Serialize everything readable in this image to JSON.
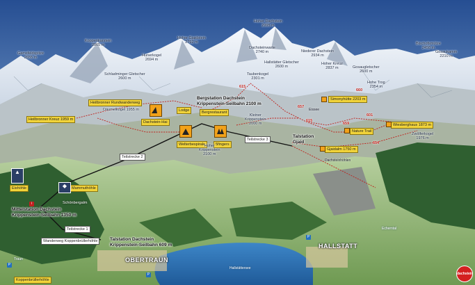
{
  "peaks": [
    {
      "name": "Gamsfeldspitze",
      "elev": "2655 m"
    },
    {
      "name": "Koppenkarstein",
      "elev": "2865 m"
    },
    {
      "name": "Hoher Gjaidstein",
      "elev": "2792 m"
    },
    {
      "name": "Hoher Dachstein",
      "elev": "2995 m"
    },
    {
      "name": "Bischofsmütze",
      "elev": "2458 m"
    },
    {
      "name": "Gosaukamm",
      "elev": "2210 m"
    },
    {
      "name": "Dachsteinwarte",
      "elev": "2740 m"
    },
    {
      "name": "Niederer Dachstein",
      "elev": "2934 m"
    },
    {
      "name": "Hallstätter Gletscher",
      "elev": "2600 m"
    },
    {
      "name": "Hunerkogel",
      "elev": "2694 m"
    },
    {
      "name": "Schladminger Gletscher",
      "elev": "2600 m"
    },
    {
      "name": "Hoher Kreuz",
      "elev": "2837 m"
    },
    {
      "name": "Gosaugletscher",
      "elev": "2600 m"
    },
    {
      "name": "Taubenkogel",
      "elev": "2301 m"
    },
    {
      "name": "Hohe Trog",
      "elev": "2354 m"
    }
  ],
  "labels": {
    "heilbronner_rundwanderweg": "Heilbronner Rundwanderweg",
    "heilbronner_kreuz": "Heilbronner Kreuz 1959 m",
    "daumelkogel": "Däumelkogel\n1955 m",
    "dachstein_hai": "Dachstein-Hai",
    "lodge": "Lodge",
    "bergrestaurant": "Bergrestaurant",
    "welterbespirale": "Welterbespirale",
    "5fingers": "5fingers",
    "hoher_krippenstein": "Hoher\nKrippenstein\n2100 m",
    "kleiner_krippenstein": "Kleiner\nKrippenstein\n2000 m",
    "simonyhuette": "Simonyhütte 2203 m",
    "gjaidalm": "Gjaidalm 1750 m",
    "wiesberghaus": "Wiesberghaus 1873 m",
    "nature_trail": "Nature Trail",
    "zwoelferkogel": "Zwölferkogel\n1976 m",
    "teilstrecke2": "Teilstrecke 2",
    "teilstrecke3": "Teilstrecke 3",
    "teilstrecke1": "Teilstrecke 1",
    "eisriesenwelt": "Eishöhle",
    "mammuthoehle": "Mammuthöhle",
    "schoenbergalm": "Schönbergalm",
    "wanderweg": "Wanderweg Koppenbrüllerhöhle",
    "echerntal": "Echerntal",
    "hallstaettersee": "Hallstättersee",
    "eissee": "Eissee",
    "dachsteinhoehlen": "Dachsteinhöhlen",
    "traun": "Traun",
    "koppenbruellerhoehle": "Koppenbrüllerhöhle"
  },
  "stations": {
    "bergstation": "Bergstation Dachstein\nKrippenstein-Seilbahn 2100 m",
    "gjaid": "Talstation\nGjaid",
    "mittelstation": "Mittelstation Dachstein\nKrippenstein-Seilbahn 1350 m",
    "talstation": "Talstation Dachstein\nKrippenstein-Seilbahn 609 m"
  },
  "towns": {
    "obertraun": "OBERTRAUN",
    "hallstatt": "HALLSTATT"
  },
  "trail_numbers": [
    "615",
    "657",
    "659",
    "601",
    "654",
    "615",
    "660"
  ],
  "brand": "dachstein",
  "colors": {
    "trail": "#c0201a",
    "cable": "#111111",
    "lake": "#2d6fb3",
    "sky": "#4a7ab6",
    "sign": "#f2a21a"
  }
}
